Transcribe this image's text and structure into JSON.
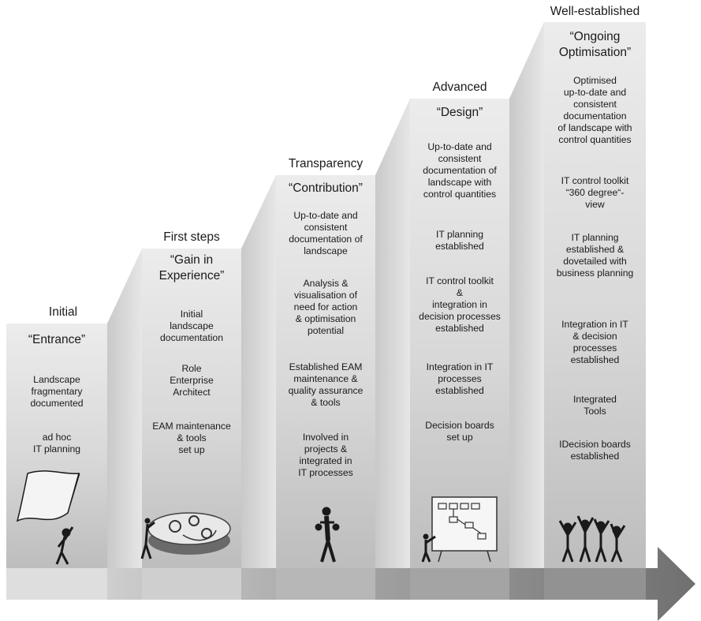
{
  "stages": [
    {
      "level": "Initial",
      "title": "“Entrance”",
      "items": [
        "Landscape\nfragmentary\ndocumented",
        "ad hoc\nIT planning"
      ]
    },
    {
      "level": "First steps",
      "title": "“Gain in\nExperience”",
      "items": [
        "Initial\nlandscape\ndocumentation",
        "Role\nEnterprise\nArchitect",
        "EAM maintenance\n& tools\nset up"
      ]
    },
    {
      "level": "Transparency",
      "title": "“Contribution”",
      "items": [
        "Up-to-date and\nconsistent\ndocumentation of\nlandscape",
        "Analysis &\nvisualisation of\nneed for action\n& optimisation\npotential",
        "Established EAM\nmaintenance &\nquality assurance\n& tools",
        "Involved in\nprojects &\nintegrated in\nIT processes"
      ]
    },
    {
      "level": "Advanced",
      "title": "“Design”",
      "items": [
        "Up-to-date and\nconsistent\ndocumentation of\nlandscape with\ncontrol quantities",
        "IT planning\nestablished",
        "IT control toolkit\n&\nintegration in\ndecision processes\nestablished",
        "Integration in IT\nprocesses\nestablished",
        "Decision boards\nset up"
      ]
    },
    {
      "level": "Well-established",
      "title": "“Ongoing\nOptimisation”",
      "items": [
        "Optimised\nup-to-date and\nconsistent\ndocumentation\nof landscape with\ncontrol quantities",
        "IT control toolkit\n“360 degree“-\nview",
        "IT planning\nestablished &\ndovetailed with\nbusiness planning",
        "Integration in IT\n& decision\nprocesses\nestablished",
        "Integrated\nTools",
        "IDecision boards\nestablished"
      ]
    }
  ],
  "icons": [
    "flag-figure-icon",
    "gears-team-icon",
    "thinking-figure-icon",
    "presentation-board-icon",
    "celebrating-team-icon"
  ],
  "colors": {
    "step_light": "#e4e4e4",
    "step_dark": "#b3b3b3",
    "arrow": "#7f7f7f",
    "ink": "#1a1a1a"
  }
}
